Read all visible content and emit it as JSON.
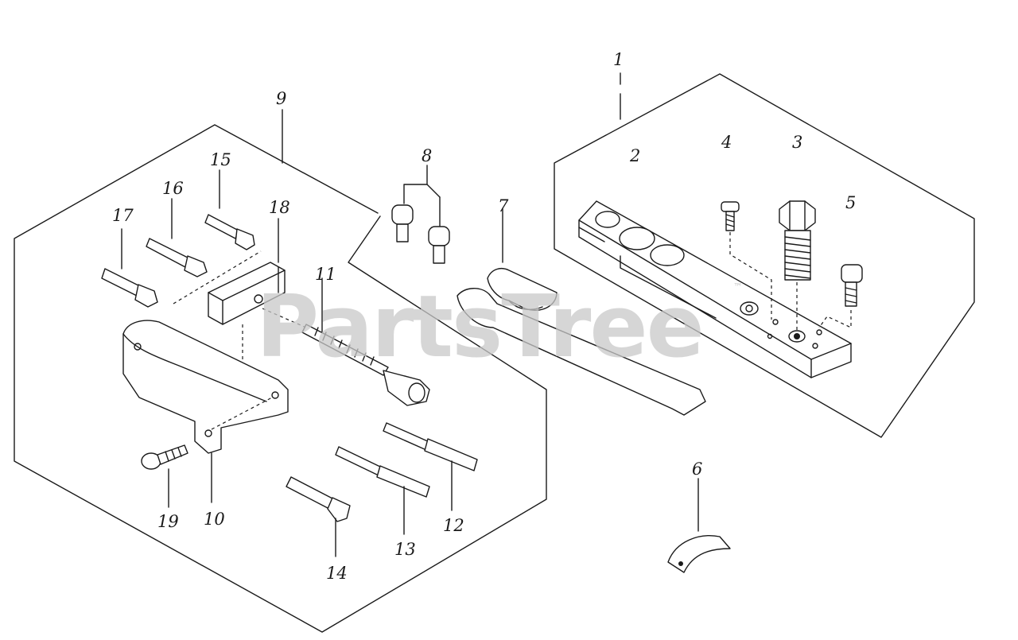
{
  "diagram": {
    "watermark": "PartsTree",
    "watermark_mark": "™",
    "callouts": [
      "1",
      "2",
      "3",
      "4",
      "5",
      "6",
      "7",
      "8",
      "9",
      "10",
      "11",
      "12",
      "13",
      "14",
      "15",
      "16",
      "17",
      "18",
      "19"
    ]
  }
}
